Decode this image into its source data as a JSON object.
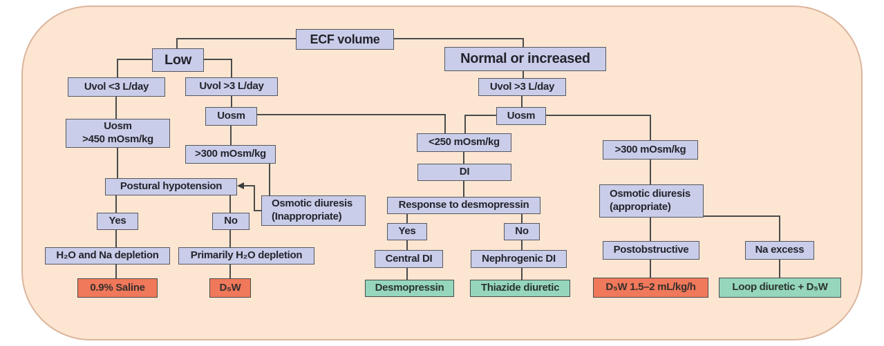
{
  "colors": {
    "panel_background": "#fce6d2",
    "panel_border": "#dcb49c",
    "node_fill": "#c9cde9",
    "node_border": "#55555f",
    "treatment_orange": "#f0785b",
    "treatment_green": "#95d6bd",
    "connector_line": "#4a4a4a"
  },
  "nodes": {
    "ecf": "ECF volume",
    "low": "Low",
    "normal_or_increased": "Normal or increased",
    "uvol_lt3": "Uvol <3 L/day",
    "uvol_gt3_left": "Uvol >3 L/day",
    "uvol_gt3_right": "Uvol >3 L/day",
    "uosm_left": "Uosm",
    "uosm_right": "Uosm",
    "uosm_gt450": "Uosm\n>450 mOsm/kg",
    "gt300_left": ">300 mOsm/kg",
    "lt250": "<250 mOsm/kg",
    "gt300_right": ">300 mOsm/kg",
    "postural_hypotension": "Postural hypotension",
    "osmotic_inappropriate": "Osmotic diuresis\n(Inappropriate)",
    "di": "DI",
    "response_desmopressin": "Response to desmopressin",
    "osmotic_appropriate": "Osmotic diuresis\n(appropriate)",
    "yes_left": "Yes",
    "no_left": "No",
    "yes_mid": "Yes",
    "no_mid": "No",
    "h2o_na_depletion": "H₂O and Na depletion",
    "primarily_h2o": "Primarily H₂O depletion",
    "central_di": "Central DI",
    "nephrogenic_di": "Nephrogenic DI",
    "postobstructive": "Postobstructive",
    "na_excess": "Na excess",
    "saline": "0.9% Saline",
    "d5w": "D₅W",
    "desmopressin": "Desmopressin",
    "thiazide": "Thiazide diuretic",
    "d5w_rate": "D₅W 1.5–2 mL/kg/h",
    "loop_diuretic": "Loop diuretic + D₅W"
  },
  "edges": [
    [
      "ecf",
      "low"
    ],
    [
      "ecf",
      "normal_or_increased"
    ],
    [
      "low",
      "uvol_lt3"
    ],
    [
      "low",
      "uvol_gt3_left"
    ],
    [
      "uvol_lt3",
      "uosm_gt450"
    ],
    [
      "uosm_gt450",
      "postural_hypotension"
    ],
    [
      "postural_hypotension",
      "yes_left"
    ],
    [
      "postural_hypotension",
      "no_left"
    ],
    [
      "yes_left",
      "h2o_na_depletion"
    ],
    [
      "h2o_na_depletion",
      "saline"
    ],
    [
      "no_left",
      "primarily_h2o"
    ],
    [
      "primarily_h2o",
      "d5w"
    ],
    [
      "uvol_gt3_left",
      "uosm_left"
    ],
    [
      "uosm_left",
      "gt300_left"
    ],
    [
      "uosm_left",
      "lt250"
    ],
    [
      "gt300_left",
      "osmotic_inappropriate"
    ],
    [
      "osmotic_inappropriate",
      "postural_hypotension"
    ],
    [
      "normal_or_increased",
      "uvol_gt3_right"
    ],
    [
      "uvol_gt3_right",
      "uosm_right"
    ],
    [
      "uosm_right",
      "lt250"
    ],
    [
      "uosm_right",
      "gt300_right"
    ],
    [
      "lt250",
      "di"
    ],
    [
      "di",
      "response_desmopressin"
    ],
    [
      "response_desmopressin",
      "yes_mid"
    ],
    [
      "response_desmopressin",
      "no_mid"
    ],
    [
      "yes_mid",
      "central_di"
    ],
    [
      "central_di",
      "desmopressin"
    ],
    [
      "no_mid",
      "nephrogenic_di"
    ],
    [
      "nephrogenic_di",
      "thiazide"
    ],
    [
      "gt300_right",
      "osmotic_appropriate"
    ],
    [
      "osmotic_appropriate",
      "postobstructive"
    ],
    [
      "osmotic_appropriate",
      "na_excess"
    ],
    [
      "postobstructive",
      "d5w_rate"
    ],
    [
      "na_excess",
      "loop_diuretic"
    ]
  ]
}
